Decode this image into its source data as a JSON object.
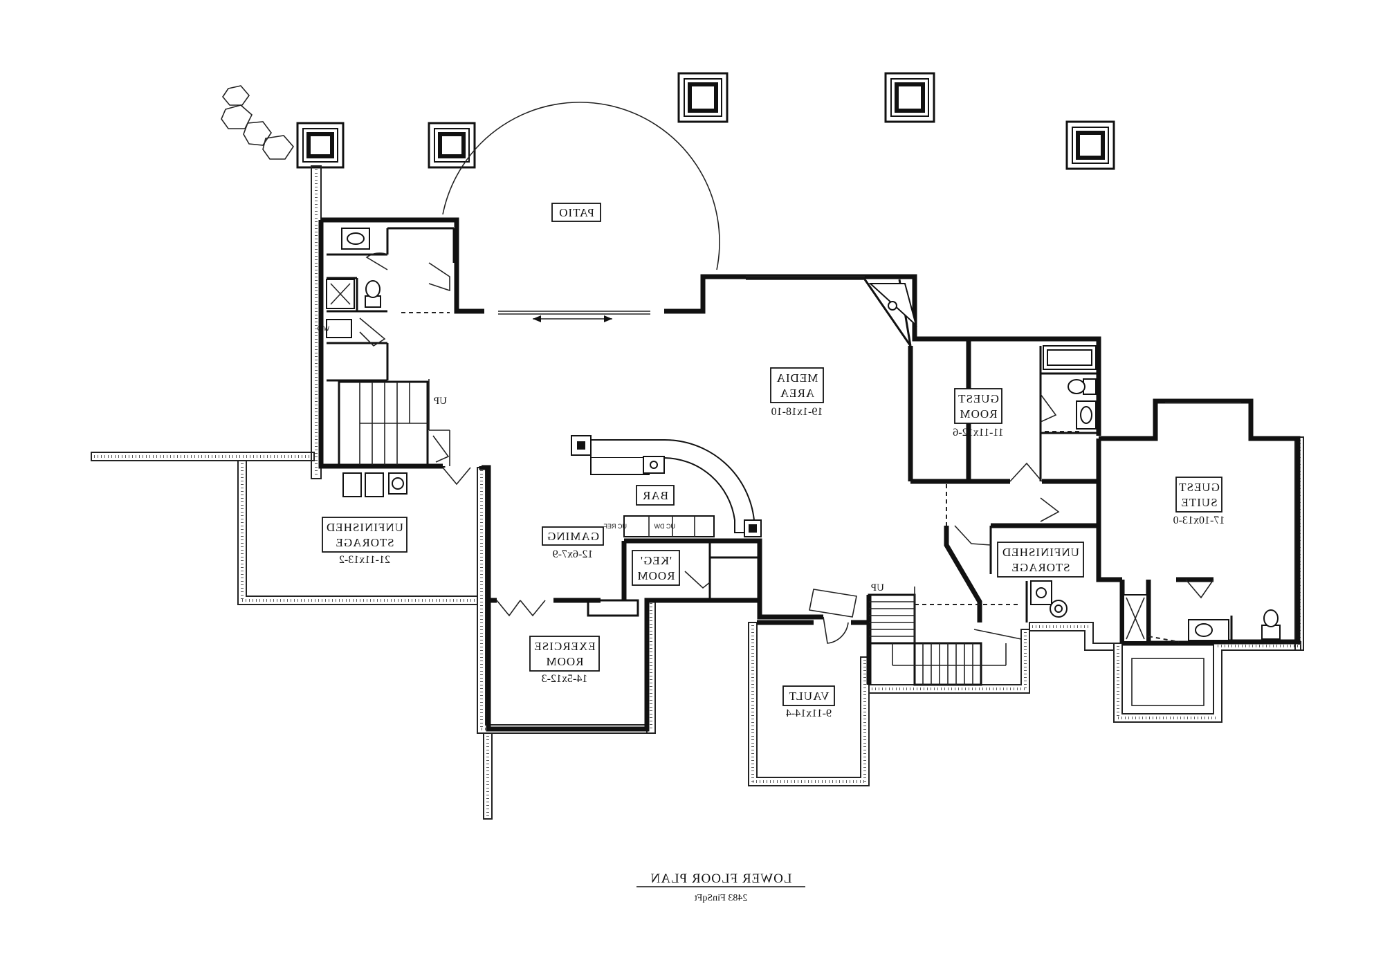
{
  "plan": {
    "title": "LOWER FLOOR PLAN",
    "subtitle": "2483 FinSqFt",
    "mirrored": true
  },
  "rooms": [
    {
      "key": "patio",
      "lines": [
        "PATIO"
      ],
      "dims": ""
    },
    {
      "key": "media",
      "lines": [
        "MEDIA",
        "AREA"
      ],
      "dims": "19-1x18-10"
    },
    {
      "key": "guest_room",
      "lines": [
        "GUEST",
        "ROOM"
      ],
      "dims": "11-11x12-6"
    },
    {
      "key": "guest_suite",
      "lines": [
        "GUEST",
        "SUITE"
      ],
      "dims": "17-10x13-0"
    },
    {
      "key": "unfinished_storage_left",
      "lines": [
        "UNFINISHED",
        "STORAGE"
      ],
      "dims": "21-11x13-2"
    },
    {
      "key": "unfinished_storage_right",
      "lines": [
        "UNFINISHED",
        "STORAGE"
      ],
      "dims": ""
    },
    {
      "key": "gaming",
      "lines": [
        "GAMING"
      ],
      "dims": "12-6x7-9"
    },
    {
      "key": "bar",
      "lines": [
        "BAR"
      ],
      "dims": ""
    },
    {
      "key": "keg",
      "lines": [
        "'KEG'",
        "ROOM"
      ],
      "dims": ""
    },
    {
      "key": "exercise",
      "lines": [
        "EXERCISE",
        "ROOM"
      ],
      "dims": "14-5x12-3"
    },
    {
      "key": "vault",
      "lines": [
        "VAULT"
      ],
      "dims": "9-11x14-4"
    }
  ],
  "annotations": {
    "up_left": "UP",
    "up_center": "UP",
    "wd": "W/D",
    "uc_ref": "UC REF",
    "uc_dw": "UC DW"
  }
}
